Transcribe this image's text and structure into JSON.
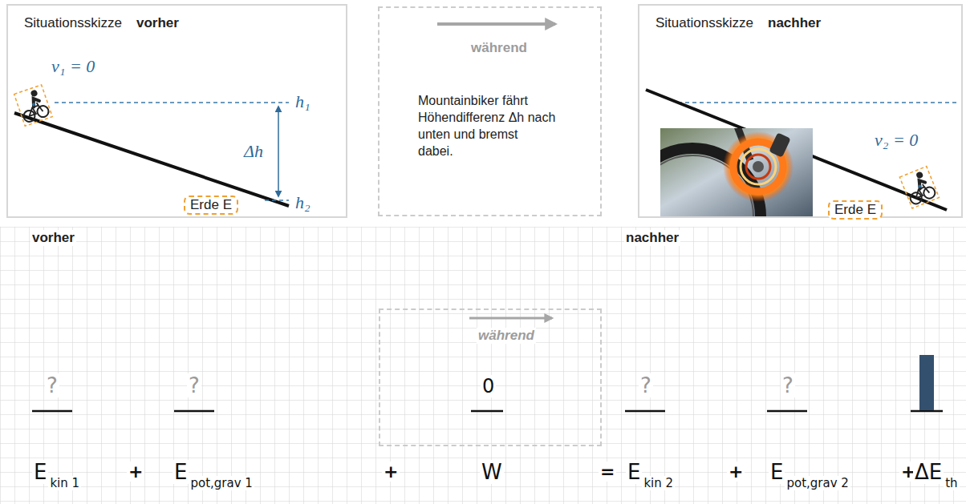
{
  "diagram": {
    "nodes": [
      {
        "text": [
          "Situationsskizze",
          "vorher"
        ]
      },
      {
        "text": [
          "Erde E"
        ],
        "in": 0
      },
      {
        "text": [
          "während",
          "Mountainbiker fährt Höhendifferenz Δh nach unten und bremst dabei."
        ]
      },
      {
        "text": [
          "Situationsskizze",
          "nachher"
        ]
      },
      {
        "text": [
          "Erde E"
        ],
        "in": 3
      },
      {
        "text": [
          "vorher",
          "nachher"
        ]
      },
      {
        "text": [
          "während"
        ],
        "in": 5
      }
    ],
    "labels": [
      "v₁ = 0",
      "h₁",
      "Δh",
      "h₂",
      "v₂ = 0",
      "?",
      "?",
      "0",
      "?",
      "?",
      "E",
      "kin 1",
      "+",
      "E",
      "pot,grav 1",
      "+",
      "W",
      "=",
      "E",
      "kin 2",
      "+",
      "E",
      "pot,grav 2",
      "+",
      "ΔE",
      "th"
    ]
  }
}
